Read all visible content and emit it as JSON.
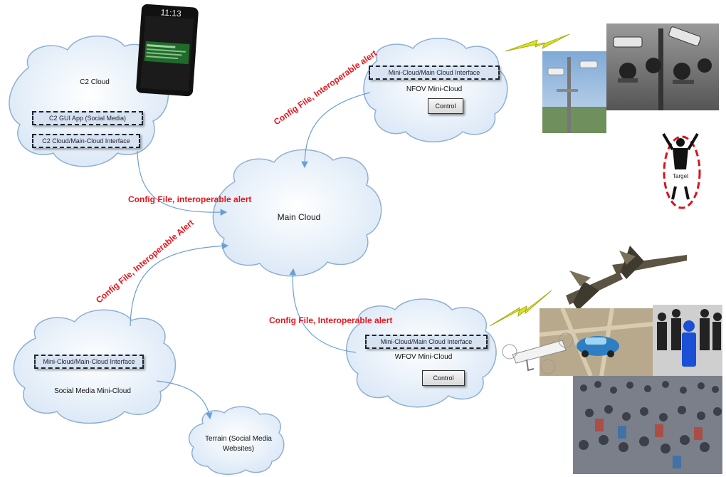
{
  "clouds": {
    "c2": {
      "title": "C2 Cloud",
      "app": "C2 GUI App (Social Media)",
      "interface": "C2 Cloud/Main-Cloud Interface"
    },
    "nfov": {
      "interface": "Mini-Cloud/Main Cloud Interface",
      "title": "NFOV Mini-Cloud",
      "control": "Control"
    },
    "main": {
      "title": "Main Cloud"
    },
    "wfov": {
      "interface": "Mini-Cloud/Main Cloud Interface",
      "title": "WFOV Mini-Cloud",
      "control": "Control"
    },
    "social": {
      "interface": "Mini-Cloud/Main-Cloud Interface",
      "title": "Social Media Mini-Cloud"
    },
    "terrain": {
      "title_line1": "Terrain (Social Media",
      "title_line2": "Websites)"
    }
  },
  "alerts": {
    "c2_main": "Config File, interoperable alert",
    "nfov_main": "Config File, Interoperable alert",
    "social_main": "Config File, Interoperable Alert",
    "wfov_main": "Config File, Interoperable alert"
  },
  "phone": {
    "time": "11:13"
  },
  "target": {
    "label": "Target"
  },
  "colors": {
    "alert": "#e8141c",
    "cloud_fill": "#e3edf8",
    "cloud_stroke": "#8fb0d3",
    "arrow": "#6b9fd4"
  }
}
